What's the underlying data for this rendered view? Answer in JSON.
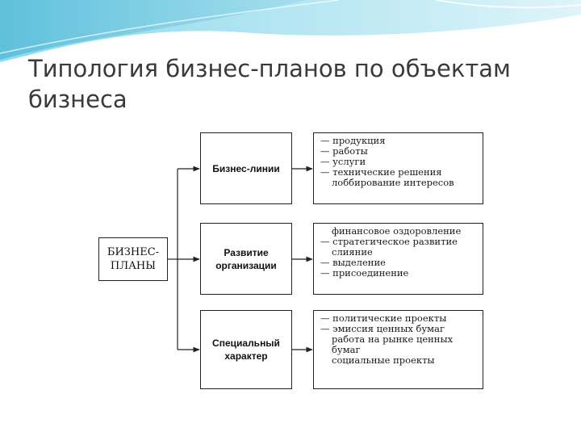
{
  "slide": {
    "title": "Типология бизнес-планов по объектам бизнеса"
  },
  "diagram": {
    "root": {
      "line1": "БИЗНЕС-",
      "line2": "ПЛАНЫ"
    },
    "branches": [
      {
        "label": "Бизнес-линии",
        "items": [
          {
            "text": "— продукция",
            "cont": false
          },
          {
            "text": "— работы",
            "cont": false
          },
          {
            "text": "— услуги",
            "cont": false
          },
          {
            "text": "— технические решения",
            "cont": false
          },
          {
            "text": "лоббирование интересов",
            "cont": true
          }
        ]
      },
      {
        "label": "Развитие организации",
        "items": [
          {
            "text": "финансовое оздоровление",
            "cont": true
          },
          {
            "text": "— стратегическое развитие",
            "cont": false
          },
          {
            "text": "слияние",
            "cont": true
          },
          {
            "text": "— выделение",
            "cont": false
          },
          {
            "text": "— присоединение",
            "cont": false
          }
        ]
      },
      {
        "label": "Специальный характер",
        "items": [
          {
            "text": "— политические проекты",
            "cont": false
          },
          {
            "text": "— эмиссия ценных бумаг",
            "cont": false
          },
          {
            "text": "работа на рынке ценных",
            "cont": true
          },
          {
            "text": "бумаг",
            "cont": true
          },
          {
            "text": "социальные проекты",
            "cont": true
          }
        ]
      }
    ]
  },
  "colors": {
    "title": "#3a3a3a",
    "swoosh_light": "#cfeef6",
    "swoosh_dark": "#5fc3de",
    "line": "#222222"
  }
}
